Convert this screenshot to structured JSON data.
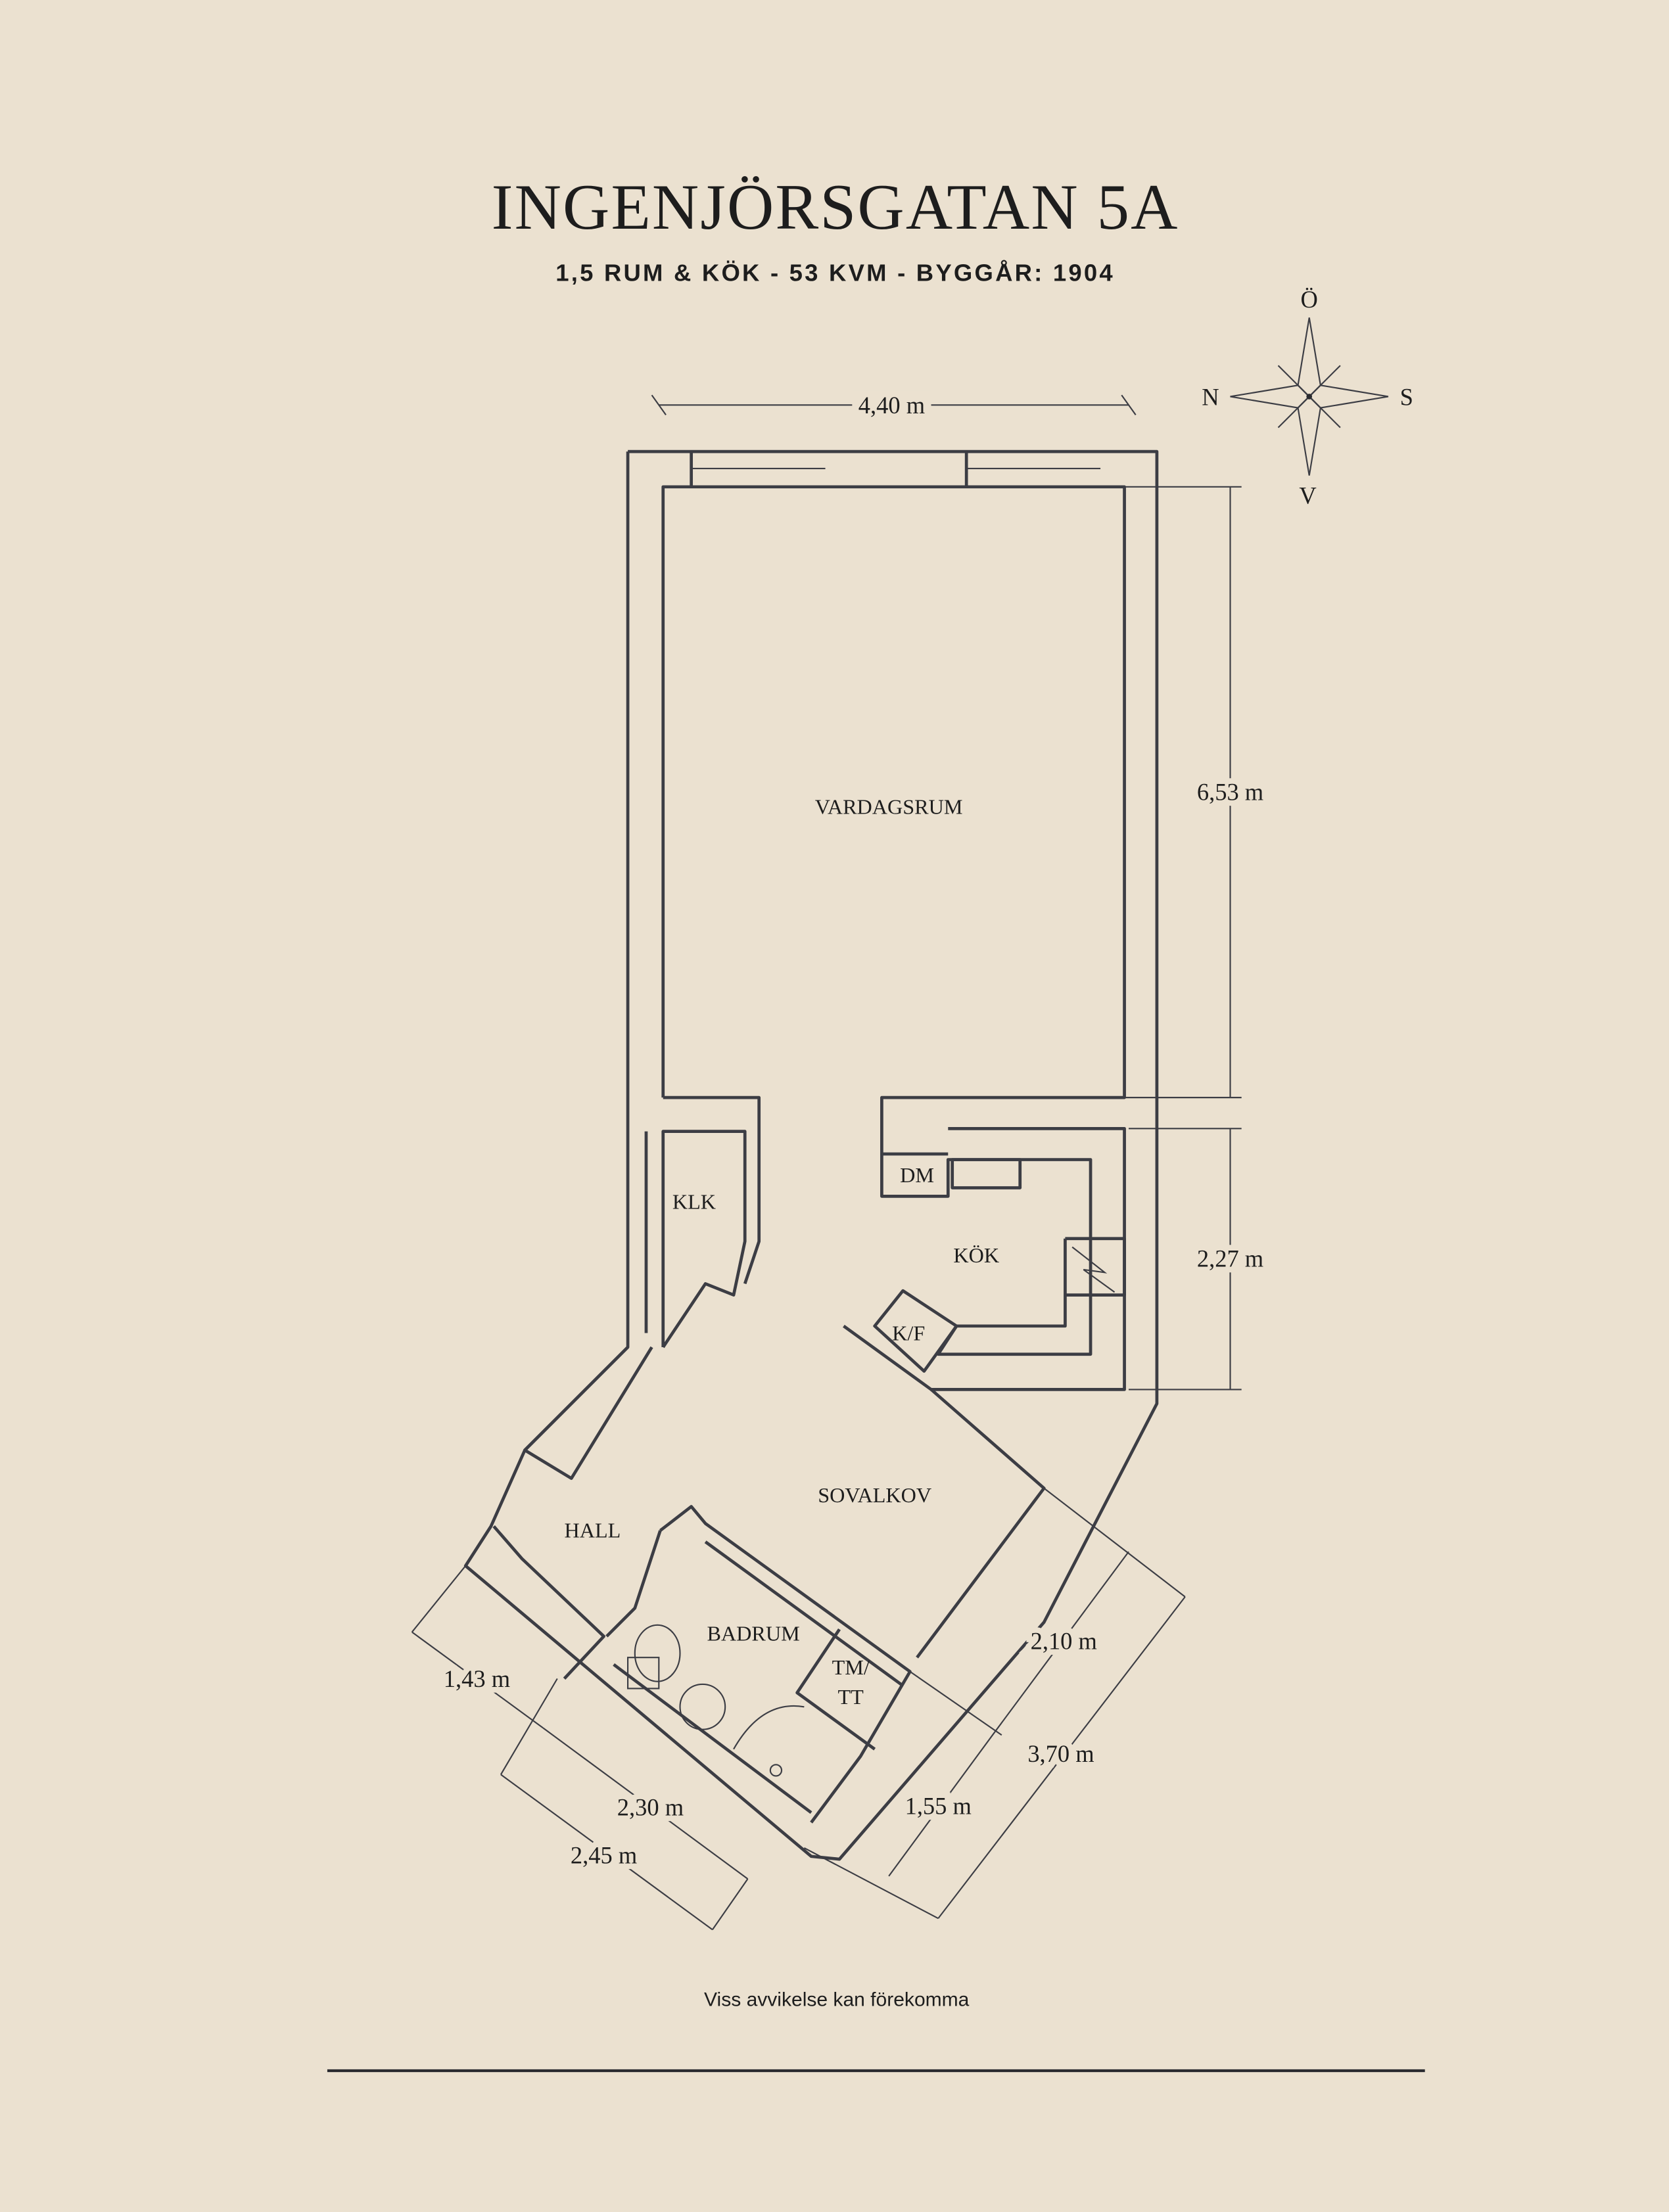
{
  "header": {
    "title": "INGENJÖRSGATAN 5A",
    "subtitle": "1,5 RUM & KÖK  -  53 KVM  -  BYGGÅR: 1904"
  },
  "compass": {
    "north": "N",
    "east": "Ö",
    "south": "S",
    "west": "V"
  },
  "rooms": {
    "vardagsrum": "VARDAGSRUM",
    "klk": "KLK",
    "dm": "DM",
    "kok": "KÖK",
    "kf": "K/F",
    "sovalkov": "SOVALKOV",
    "hall": "HALL",
    "badrum": "BADRUM",
    "tm_line1": "TM/",
    "tm_line2": "TT"
  },
  "dimensions": {
    "top_width": "4,40 m",
    "living_depth": "6,53 m",
    "kitchen_depth": "2,27 m",
    "d_210": "2,10 m",
    "d_370": "3,70 m",
    "d_155": "1,55 m",
    "d_143": "1,43 m",
    "d_230": "2,30 m",
    "d_245": "2,45 m"
  },
  "footer": {
    "disclaimer": "Viss avvikelse kan förekomma"
  }
}
